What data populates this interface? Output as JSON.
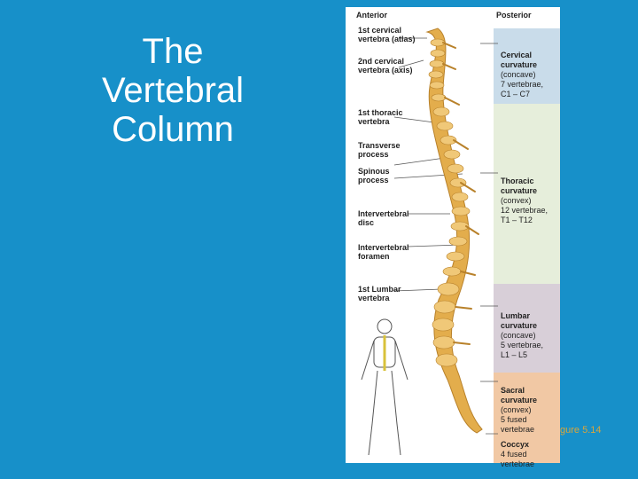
{
  "slide": {
    "title_lines": [
      "The",
      "Vertebral",
      "Column"
    ],
    "figure_ref": "gure 5.14"
  },
  "figure": {
    "header_left": "Anterior",
    "header_right": "Posterior",
    "left_labels": [
      "1st cervical\nvertebra (atlas)",
      "2nd cervical\nvertebra (axis)",
      "1st thoracic\nvertebra",
      "Transverse\nprocess",
      "Spinous\nprocess",
      "Intervertebral\ndisc",
      "Intervertebral\nforamen",
      "1st Lumbar\nvertebra"
    ],
    "right_labels": [
      {
        "title": "Cervical\ncurvature",
        "detail": "(concave)\n7 vertebrae,\nC1 – C7"
      },
      {
        "title": "Thoracic\ncurvature",
        "detail": "(convex)\n12 vertebrae,\nT1 – T12"
      },
      {
        "title": "Lumbar\ncurvature",
        "detail": "(concave)\n5 vertebrae,\nL1 – L5"
      },
      {
        "title": "Sacral\ncurvature",
        "detail": "(convex)\n5 fused\nvertebrae"
      },
      {
        "title": "Coccyx",
        "detail": "4 fused\nvertebrae"
      }
    ],
    "colors": {
      "background": "#1790c9",
      "cervical_band": "#c9dcea",
      "thoracic_band": "#e6eedb",
      "lumbar_band": "#d8cfd8",
      "sacral_band": "#f1c8a4",
      "bone": "#e3ad4c",
      "bone_shadow": "#b8812a",
      "figure_ref_text": "#d9a53b"
    }
  }
}
